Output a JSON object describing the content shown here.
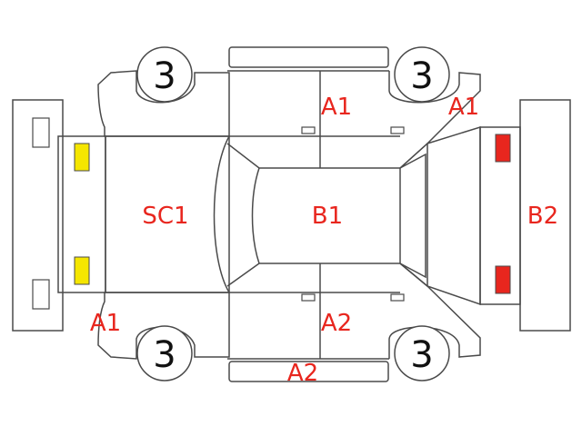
{
  "colors": {
    "outline": "#4a4a4a",
    "damage_text": "#e8261e",
    "front_lamp": "#f5e600",
    "rear_lamp": "#e8261e"
  },
  "wheels": {
    "front_top": "3",
    "rear_top": "3",
    "front_bottom": "3",
    "rear_bottom": "3"
  },
  "damage_codes": {
    "top_front_door": "A1",
    "top_rear_fender": "A1",
    "bonnet": "SC1",
    "roof": "B1",
    "trunk": "B2",
    "bottom_front_fender": "A1",
    "bottom_rear_door": "A2",
    "bottom_sill": "A2"
  }
}
